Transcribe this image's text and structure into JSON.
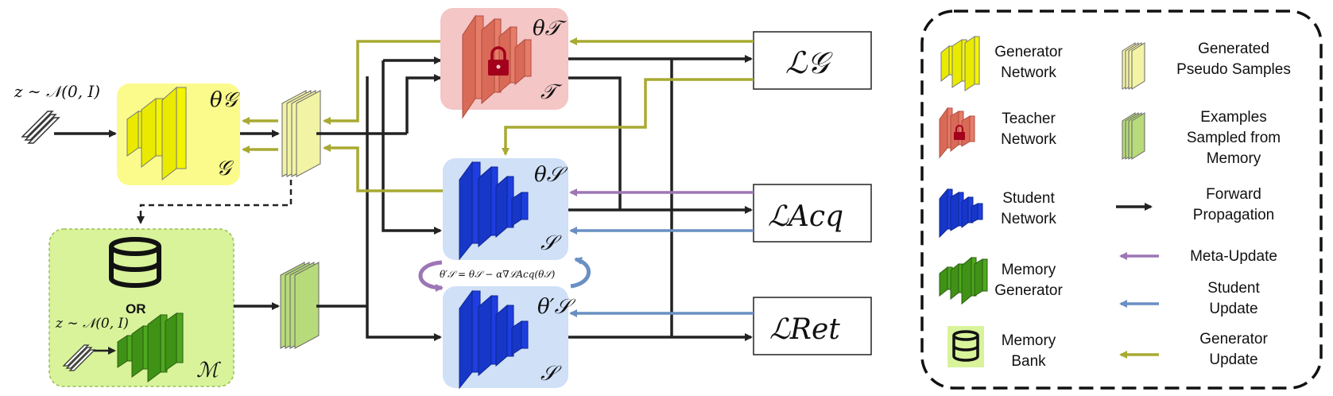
{
  "colors": {
    "generator_yellow": "#f4f400",
    "generator_box": "#fbfb8c",
    "teacher_box": "#f4c6c6",
    "teacher_net": "#e67c6a",
    "student_box": "#cfe0f7",
    "student_net": "#1f3ee0",
    "memory_box": "#d8f39a",
    "memory_net": "#4ea81e",
    "forward_arrow": "#222222",
    "meta_update": "#9d76b5",
    "student_update": "#6a8fc3",
    "generator_update": "#a8aa32"
  },
  "labels": {
    "z_noise": "z ∼ 𝒩(0, I)",
    "z_noise_small": "z ∼ 𝒩(0, I)",
    "theta_g": "θ𝒢",
    "g": "𝒢",
    "theta_t": "θ𝒯",
    "t": "𝒯",
    "theta_s": "θ𝒮",
    "s": "𝒮",
    "theta_s_prime": "θ′𝒮",
    "s2": "𝒮",
    "m": "ℳ",
    "or": "OR",
    "update_eq": "θ′𝒮 = θ𝒮 − α∇ℒAcq(θ𝒮)",
    "loss_g": "ℒ𝒢",
    "loss_acq": "ℒAcq",
    "loss_ret": "ℒRet"
  },
  "legend": {
    "generator_network": [
      "Generator",
      "Network"
    ],
    "generated_pseudo_samples": [
      "Generated",
      "Pseudo Samples"
    ],
    "teacher_network": [
      "Teacher",
      "Network"
    ],
    "examples_sampled": [
      "Examples",
      "Sampled from",
      "Memory"
    ],
    "student_network": [
      "Student",
      "Network"
    ],
    "forward_propagation": [
      "Forward",
      "Propagation"
    ],
    "memory_generator": [
      "Memory",
      "Generator"
    ],
    "meta_update": [
      "Meta-Update"
    ],
    "memory_bank": [
      "Memory",
      "Bank"
    ],
    "student_update": [
      "Student",
      "Update"
    ],
    "generator_update": [
      "Generator",
      "Update"
    ]
  }
}
